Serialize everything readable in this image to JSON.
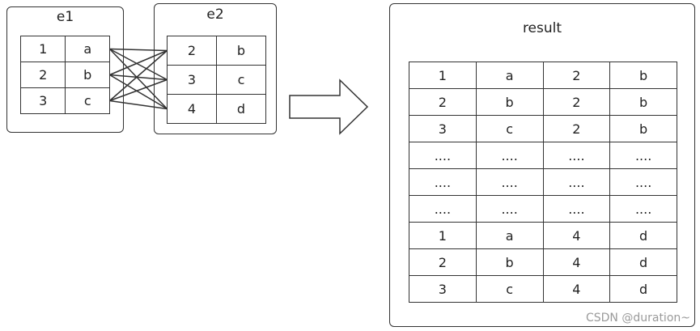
{
  "e1": {
    "title": "e1",
    "rows": [
      [
        "1",
        "a"
      ],
      [
        "2",
        "b"
      ],
      [
        "3",
        "c"
      ]
    ]
  },
  "e2": {
    "title": "e2",
    "rows": [
      [
        "2",
        "b"
      ],
      [
        "3",
        "c"
      ],
      [
        "4",
        "d"
      ]
    ]
  },
  "result": {
    "title": "result",
    "rows": [
      [
        "1",
        "a",
        "2",
        "b"
      ],
      [
        "2",
        "b",
        "2",
        "b"
      ],
      [
        "3",
        "c",
        "2",
        "b"
      ],
      [
        "....",
        "....",
        "....",
        "...."
      ],
      [
        "....",
        "....",
        "....",
        "...."
      ],
      [
        "....",
        "....",
        "....",
        "...."
      ],
      [
        "1",
        "a",
        "4",
        "d"
      ],
      [
        "2",
        "b",
        "4",
        "d"
      ],
      [
        "3",
        "c",
        "4",
        "d"
      ]
    ]
  },
  "watermark": "CSDN @duration~"
}
